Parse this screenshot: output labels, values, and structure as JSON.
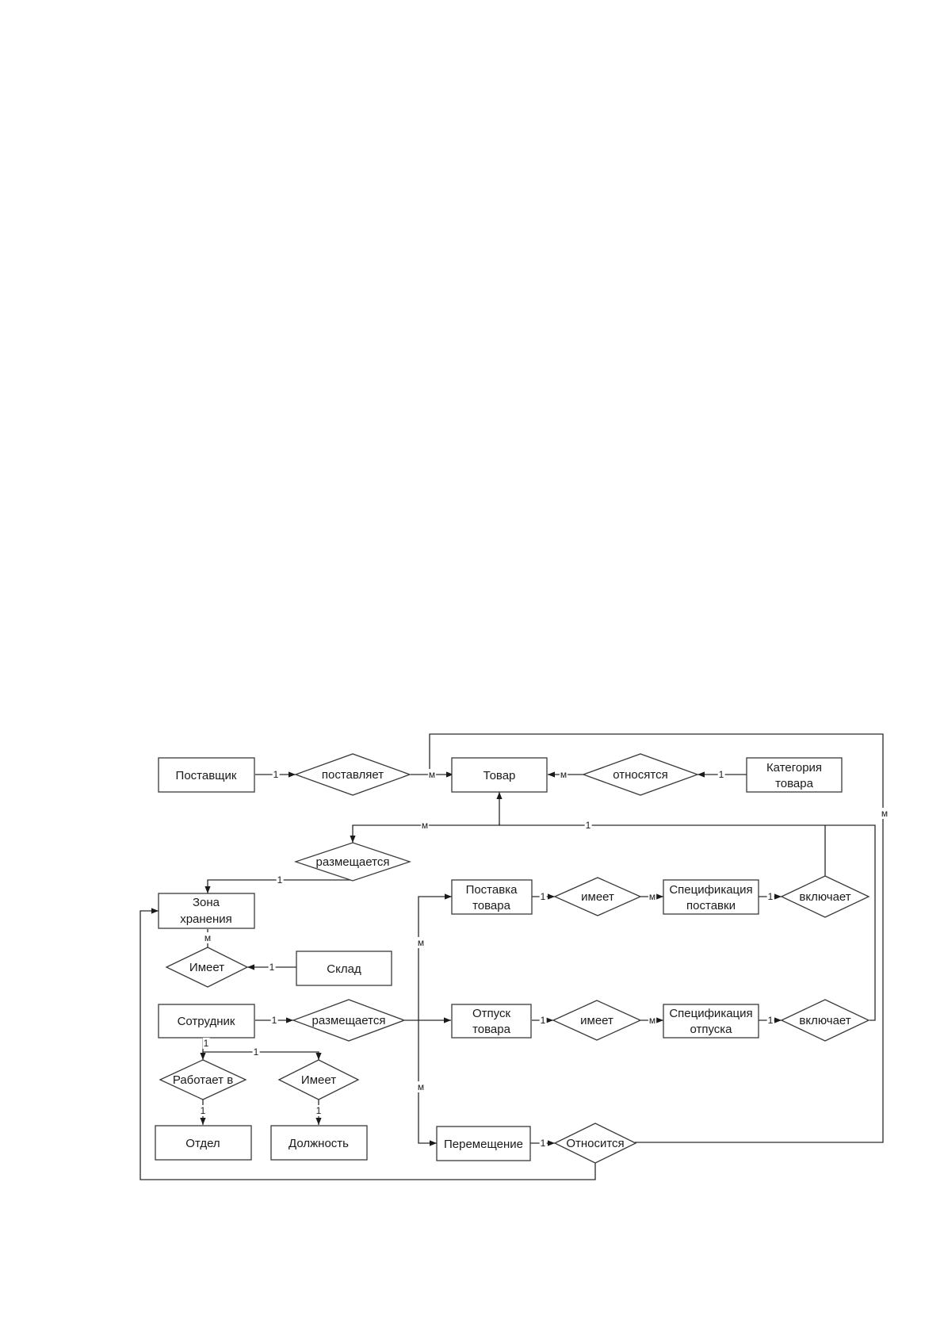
{
  "entities": {
    "supplier": "Поставщик",
    "product": "Товар",
    "category": [
      "Категория",
      "товара"
    ],
    "storage_zone": [
      "Зона",
      "хранения"
    ],
    "warehouse": "Склад",
    "employee": "Сотрудник",
    "department": "Отдел",
    "position": "Должность",
    "delivery": [
      "Поставка",
      "товара"
    ],
    "delivery_spec": [
      "Спецификация",
      "поставки"
    ],
    "release": [
      "Отпуск",
      "товара"
    ],
    "release_spec": [
      "Спецификация",
      "отпуска"
    ],
    "movement": "Перемещение"
  },
  "relationships": {
    "supplies": "поставляет",
    "belongs_to": "относятся",
    "placed": "размещается",
    "wh_has": "Имеет",
    "emp_placed": "размещается",
    "works_in": "Работает в",
    "emp_has": "Имеет",
    "delivery_has": "имеет",
    "delivery_includes": "включает",
    "release_has": "имеет",
    "release_includes": "включает",
    "movement_relates": "Относится"
  },
  "cardinalities": {
    "supplier_supplies": "1",
    "supplies_product": "м",
    "belongs_product": "м",
    "category_belongs": "1",
    "product_placed": "м",
    "product_includes": "1",
    "placed_zone": "1",
    "zone_has": "м",
    "warehouse_has": "1",
    "employee_placed": "1",
    "emp_works": "1",
    "emp_has": "1",
    "works_dept": "1",
    "has_position": "1",
    "placed_delivery": "м",
    "placed_movement": "м",
    "delivery_has": "1",
    "has_delivery_spec": "м",
    "delivery_spec_includes": "1",
    "release_has": "1",
    "has_release_spec": "м",
    "release_spec_includes": "1",
    "movement_relates": "1",
    "relates_product": "м"
  }
}
